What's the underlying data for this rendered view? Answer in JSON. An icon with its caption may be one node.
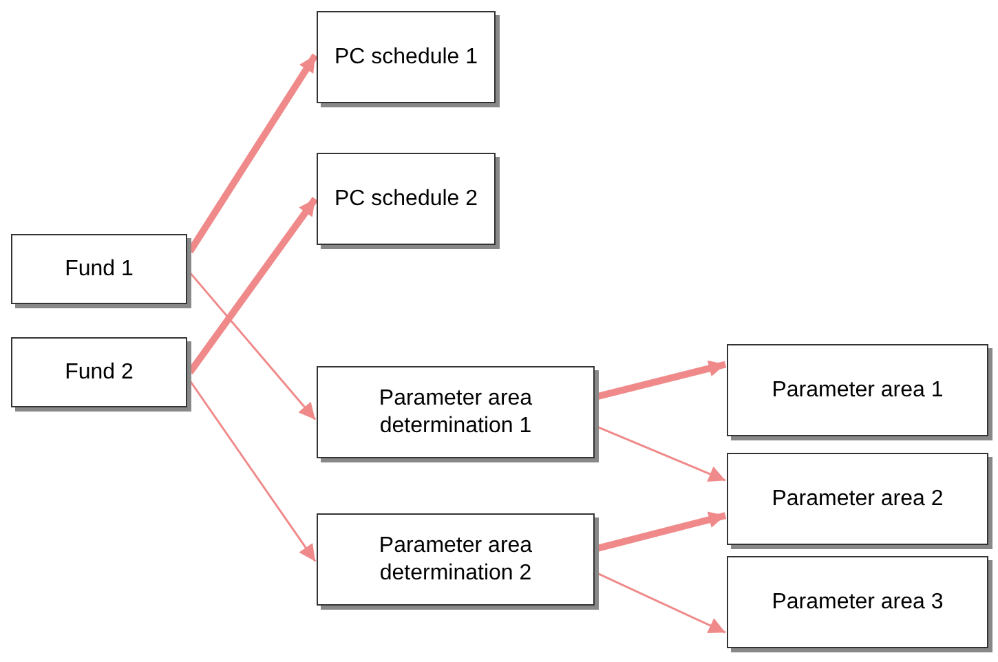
{
  "diagram": {
    "nodes": [
      {
        "text": [
          "PC schedule 1"
        ]
      },
      {
        "text": [
          "PC schedule 2"
        ]
      },
      {
        "text": [
          "Fund 1"
        ]
      },
      {
        "text": [
          "Fund 2"
        ]
      },
      {
        "text": [
          "Parameter area determination 1"
        ]
      },
      {
        "text": [
          "Parameter area determination 2"
        ]
      },
      {
        "text": [
          "Parameter area 1"
        ]
      },
      {
        "text": [
          "Parameter area 2"
        ]
      },
      {
        "text": [
          "Parameter area 3"
        ]
      }
    ],
    "edges": [
      {
        "from": 2,
        "to": 0,
        "arrow": "to",
        "style": "thick"
      },
      {
        "from": 2,
        "to": 4,
        "arrow": "to"
      },
      {
        "from": 3,
        "to": 1,
        "arrow": "to",
        "style": "thick"
      },
      {
        "from": 3,
        "to": 5,
        "arrow": "to"
      },
      {
        "from": 4,
        "to": 6,
        "arrow": "to",
        "style": "thick"
      },
      {
        "from": 4,
        "to": 7,
        "arrow": "to"
      },
      {
        "from": 5,
        "to": 7,
        "arrow": "to",
        "style": "thick"
      },
      {
        "from": 5,
        "to": 8,
        "arrow": "to"
      }
    ]
  }
}
